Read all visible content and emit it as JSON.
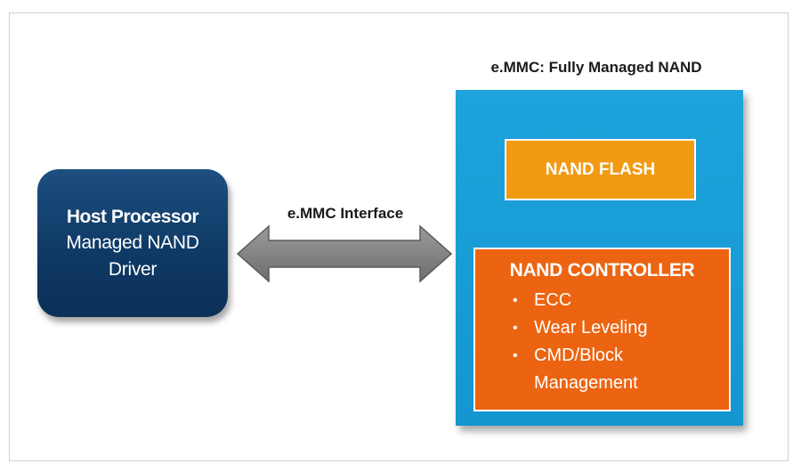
{
  "host": {
    "title": "Host Processor",
    "lines": [
      "Managed NAND",
      "Driver"
    ],
    "color": "#0f3a66"
  },
  "interface": {
    "label": "e.MMC Interface",
    "arrow_color": "#808080"
  },
  "emmc": {
    "title": "e.MMC: Fully Managed NAND",
    "color": "#1ea3dc",
    "flash": {
      "label": "NAND FLASH",
      "color": "#f29a12"
    },
    "controller": {
      "title": "NAND CONTROLLER",
      "color": "#ec6411",
      "items": [
        "ECC",
        "Wear Leveling",
        "CMD/Block",
        "Management"
      ],
      "bullet": "•"
    }
  }
}
